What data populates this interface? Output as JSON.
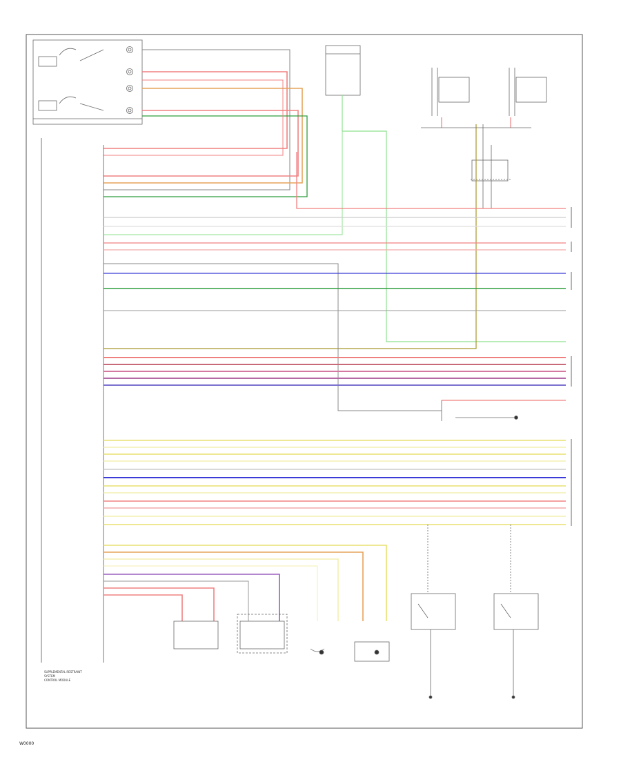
{
  "diagram": {
    "reference_code": "W0000",
    "title_block": [
      "SUPPLEMENTAL RESTRAINT",
      "SYSTEM",
      "CONTROL MODULE"
    ],
    "colors": {
      "red": "#f08080",
      "orange": "#e6a35a",
      "green": "#2e9e3e",
      "blue": "#3b3bd8",
      "yellow": "#e8e070",
      "light_yellow": "#f3efb0",
      "gray": "#999999",
      "purple": "#9a5fc0",
      "light_green": "#8ee08e",
      "olive": "#a8962a",
      "black": "#333333"
    }
  }
}
